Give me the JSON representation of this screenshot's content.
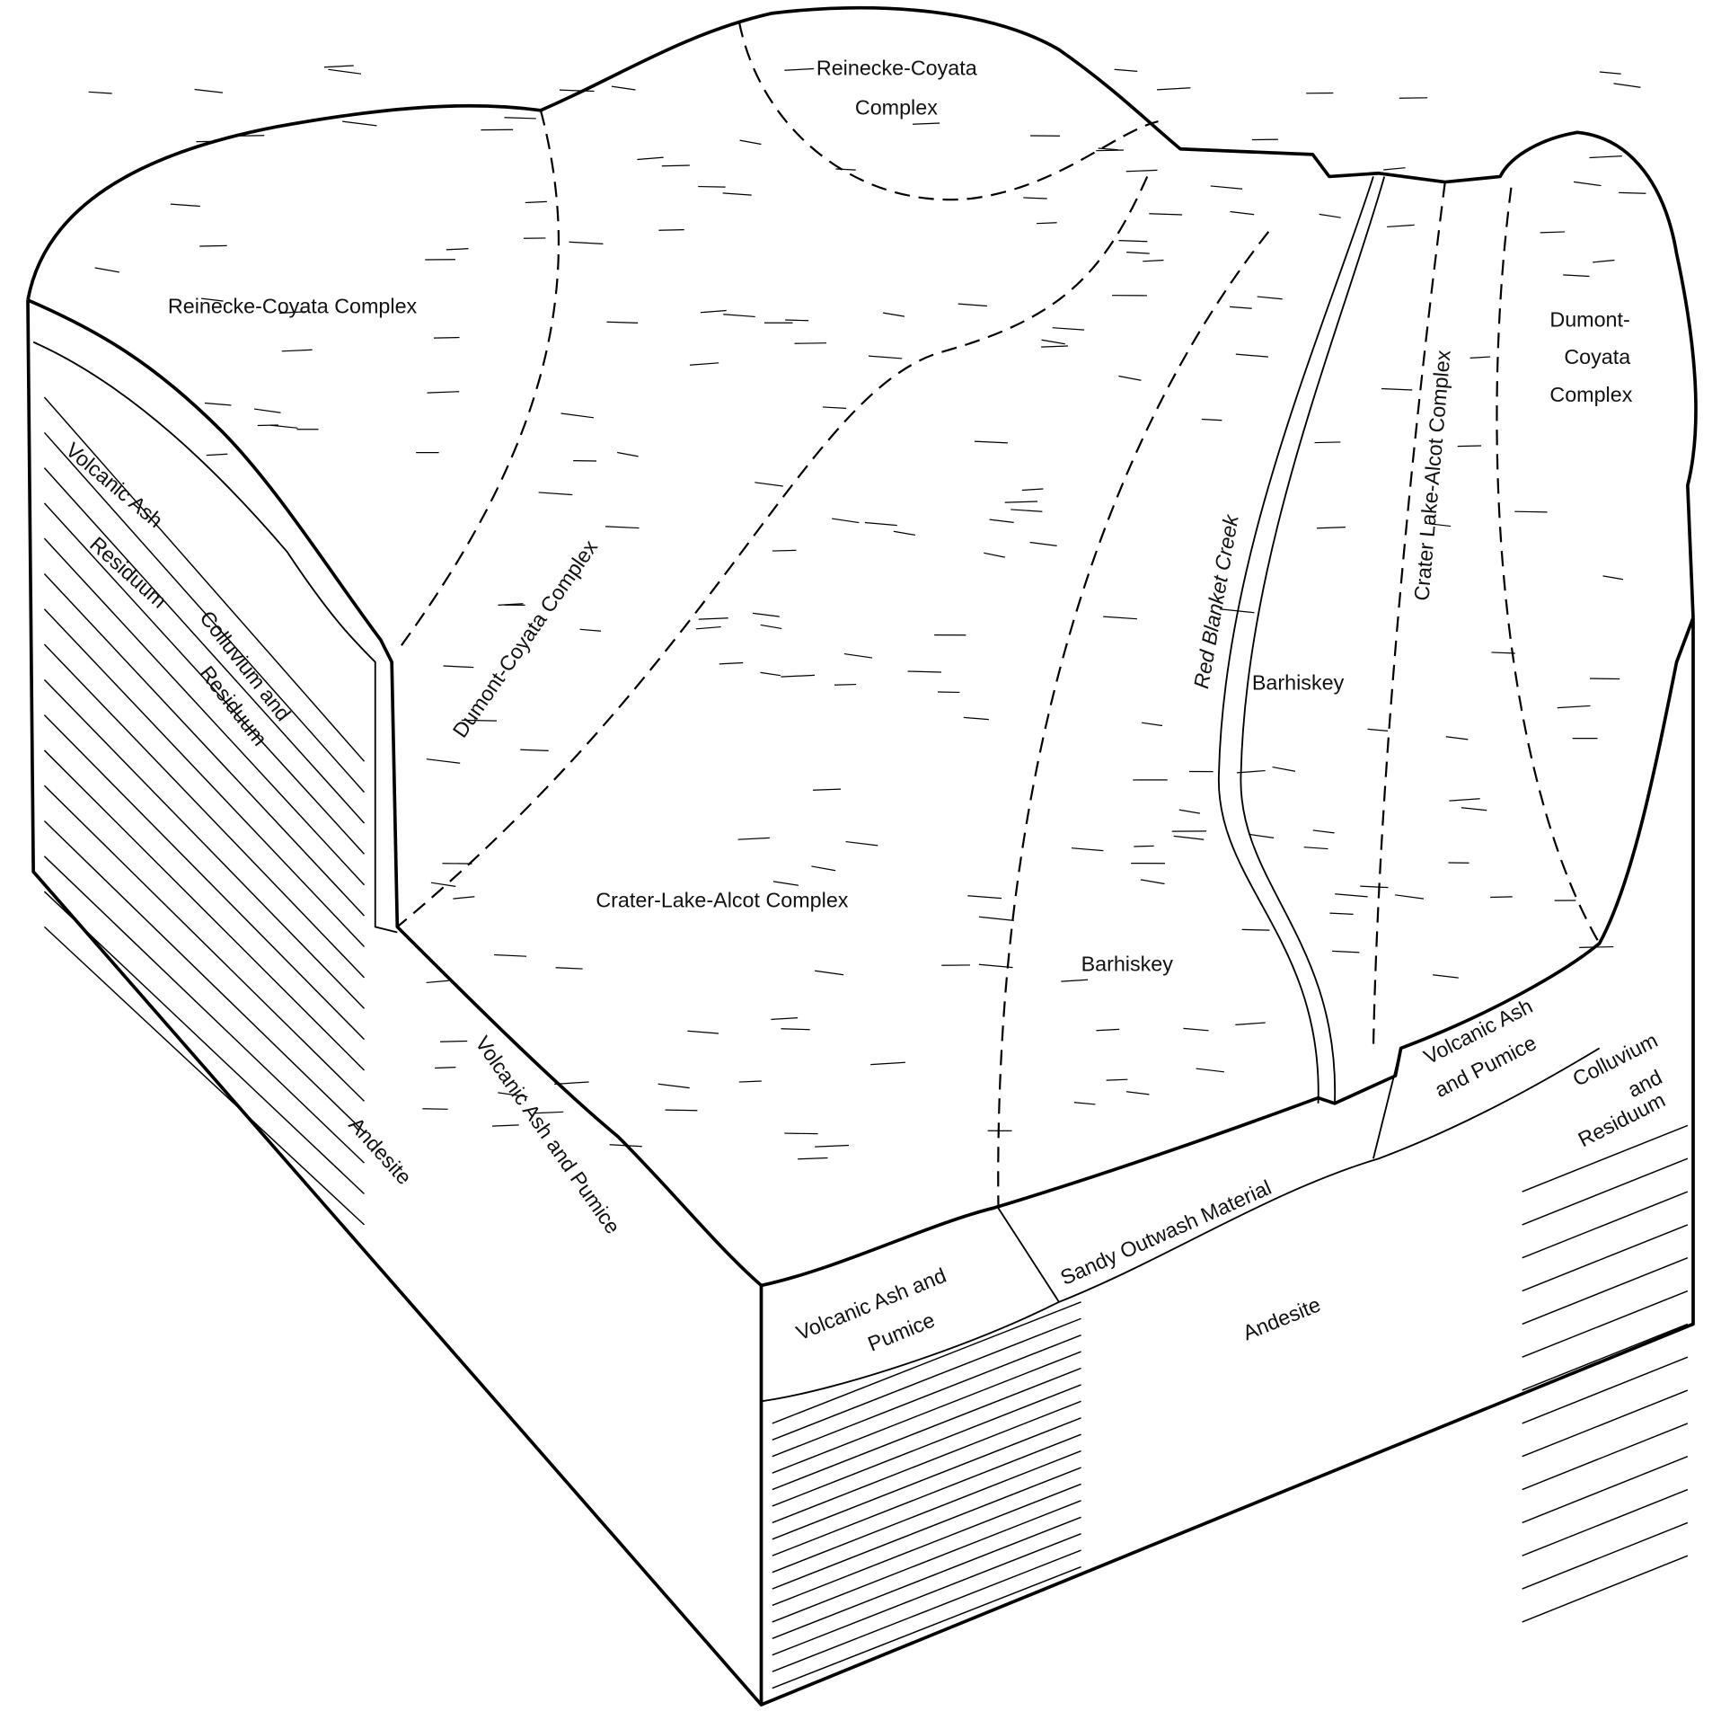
{
  "title": "Soil block diagram",
  "labels": {
    "reinecke_top_1": "Reinecke-Coyata",
    "reinecke_top_2": "Complex",
    "reinecke_left": "Reinecke-Coyata Complex",
    "dumont_right_1": "Dumont-",
    "dumont_right_2": "Coyata",
    "dumont_right_3": "Complex",
    "left_volcanic_ash": "Volcanic Ash",
    "left_residuum": "Residuum",
    "left_colluvium_and": "Colluvium and",
    "left_residuum_2": "Residuum",
    "dumont_center": "Dumont-Coyata Complex",
    "crater_center": "Crater-Lake-Alcot Complex",
    "barhiskey_center": "Barhiskey",
    "red_blanket_creek": "Red  Blanket  Creek",
    "barhiskey_right": "Barhiskey",
    "crater_right": "Crater Lake-Alcot Complex",
    "left_face_ash_pumice": "Volcanic Ash and Pumice",
    "andesite_left": "Andesite",
    "front_ash_1": "Volcanic Ash and",
    "front_ash_2": "Pumice",
    "sandy_outwash": "Sandy Outwash Material",
    "andesite_front": "Andesite",
    "right_ash_1": "Volcanic Ash",
    "right_ash_2": "and Pumice",
    "right_colluvium_1": "Colluvium",
    "right_colluvium_2": "and",
    "right_colluvium_3": "Residuum"
  }
}
